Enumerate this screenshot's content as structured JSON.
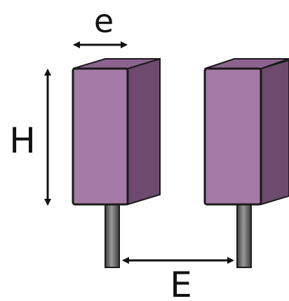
{
  "labels": {
    "thickness": "e",
    "height": "H",
    "spacing": "E"
  },
  "colors": {
    "block_front": "#a57aa7",
    "block_side": "#6e4a6f",
    "block_top": "#8c6390",
    "block_outline": "#1a1a1a",
    "post_fill": "#5a5a5a",
    "post_highlight": "#9a9a9a",
    "arrow": "#111111",
    "label": "#111111"
  }
}
